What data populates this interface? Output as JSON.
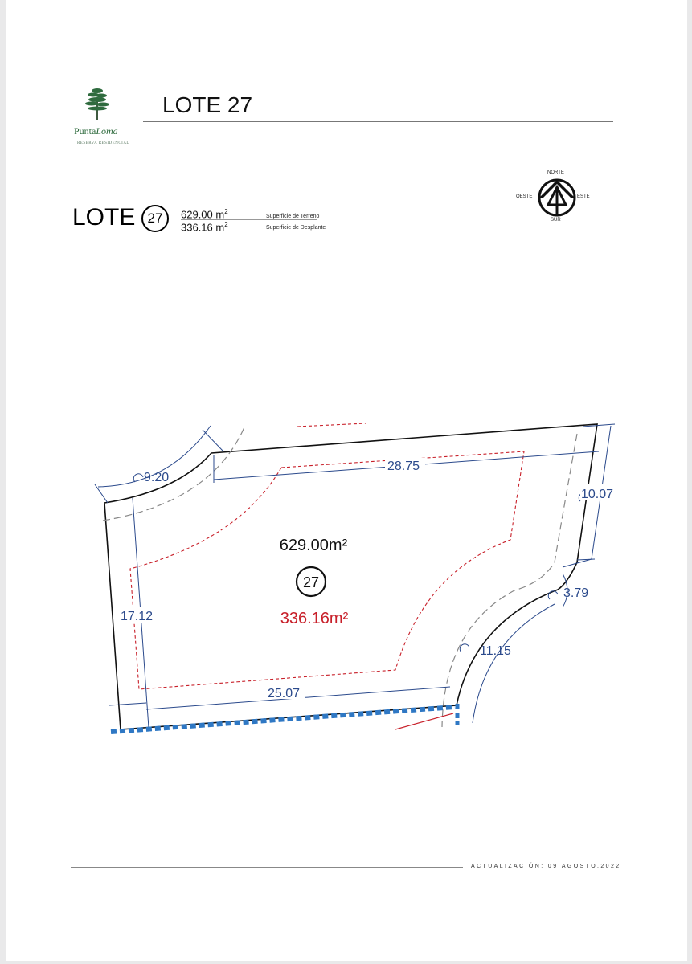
{
  "brand": {
    "name_part1": "Punta",
    "name_part2": "Loma",
    "subtitle": "RESERVA RESIDENCIAL"
  },
  "header": {
    "title": "LOTE 27"
  },
  "lot_info": {
    "label": "LOTE",
    "number": "27",
    "terrain_value": "629.00 m",
    "terrain_unit_exp": "2",
    "terrain_label": "Superficie de Terreno",
    "footprint_value": "336.16 m",
    "footprint_unit_exp": "2",
    "footprint_label": "Superficie de Desplante"
  },
  "compass": {
    "north": "NORTE",
    "south": "SUR",
    "west": "OESTE",
    "east": "ESTE"
  },
  "plan": {
    "area_total": "629.00m²",
    "lot_number": "27",
    "area_footprint": "336.16m²",
    "dimensions": {
      "top": "28.75",
      "top_left_arc": "9.20",
      "left": "17.12",
      "bottom": "25.07",
      "right": "10.07",
      "right_arc_small": "3.79",
      "right_arc_large": "11.15"
    },
    "colors": {
      "boundary": "#111111",
      "dimension": "#2b4a8c",
      "footprint": "#c8202a",
      "setback": "#888888",
      "frontage": "#2f78c4"
    }
  },
  "footer": {
    "text": "ACTUALIZACIÓN: 09.AGOSTO.2022"
  }
}
